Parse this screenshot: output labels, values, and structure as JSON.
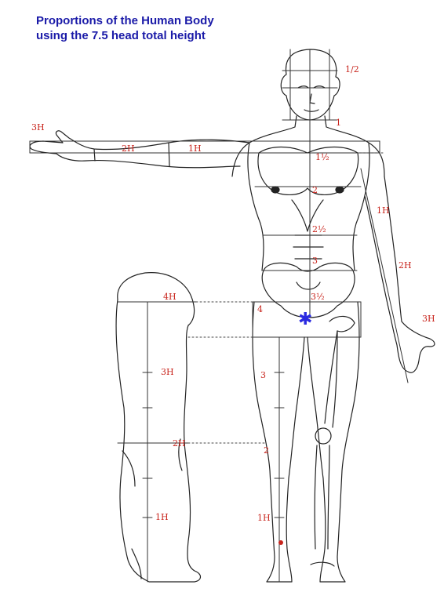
{
  "title": {
    "line1": "Proportions of the Human Body",
    "line2": "using the 7.5 head total height"
  },
  "colors": {
    "title": "#1a1aa8",
    "annotation": "#c8241c",
    "marker": "#2a2ae0",
    "linework": "#222222"
  },
  "torso_marks": {
    "half_top": "1/2",
    "m1": "1",
    "m1_5": "1½",
    "m2": "2",
    "m2_5": "2½",
    "m3": "3",
    "m3_5": "3½",
    "m4": "4",
    "m3_left_leg": "3",
    "m2_knee": "2",
    "m1h_shin": "1H"
  },
  "arm_marks": {
    "hand_3h": "3H",
    "forearm_2h": "2H",
    "upper_1h": "1H",
    "right_upper_1h": "1H",
    "right_forearm_2h": "2H",
    "right_hand_3h": "3H"
  },
  "side_leg_marks": {
    "hip_4h": "4H",
    "thigh_3h": "3H",
    "knee_2h": "2H",
    "calf_1h": "1H"
  },
  "center_marker": "✱"
}
